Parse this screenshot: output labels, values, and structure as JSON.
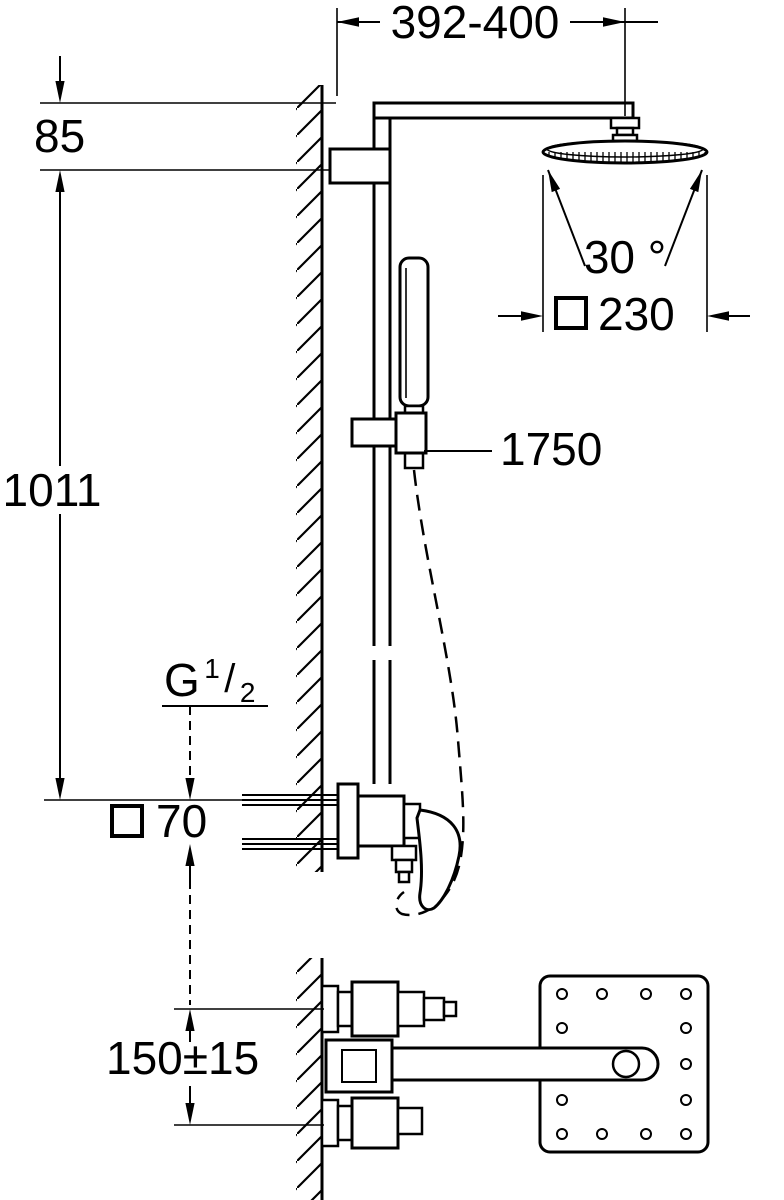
{
  "drawing": {
    "type": "technical-dimension-drawing",
    "subject": "wall-mounted shower system with head shower, hand shower and tub spout",
    "colors": {
      "line": "#000000",
      "background": "#ffffff"
    },
    "labels": {
      "top_width": "392-400",
      "head_offset": "85",
      "rail_height": "1011",
      "spray_angle": "30 °",
      "head_size": "230",
      "hose_length": "1750",
      "thread_letter": "G",
      "thread_numerator": "1",
      "thread_slash": "/",
      "thread_denominator": "2",
      "connection_spacing": "70",
      "spout_spacing": "150±15"
    },
    "symbols": {
      "square": "□"
    }
  }
}
